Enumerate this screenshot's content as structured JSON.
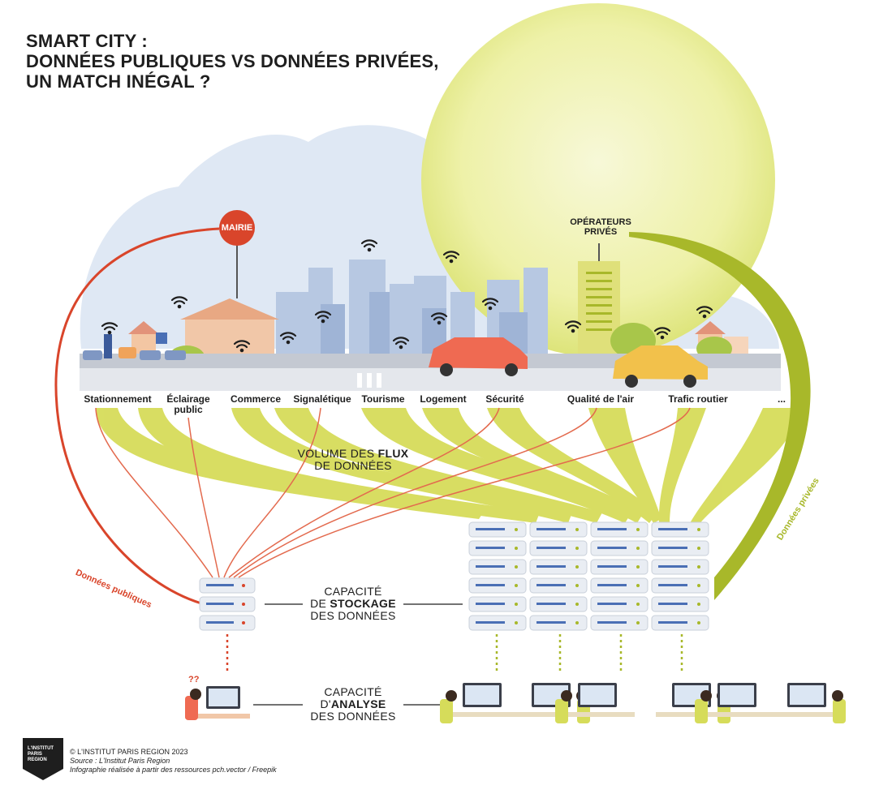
{
  "title": {
    "line1": "SMART CITY :",
    "line2": "DONNÉES PUBLIQUES VS DONNÉES PRIVÉES,",
    "line3": "UN MATCH INÉGAL ?"
  },
  "nodes": {
    "mairie": "MAIRIE",
    "operateurs_line1": "OPÉRATEURS",
    "operateurs_line2": "PRIVÉS"
  },
  "categories": [
    {
      "line1": "Stationnement",
      "line2": ""
    },
    {
      "line1": "Éclairage",
      "line2": "public"
    },
    {
      "line1": "Commerce",
      "line2": ""
    },
    {
      "line1": "Signalétique",
      "line2": ""
    },
    {
      "line1": "Tourisme",
      "line2": ""
    },
    {
      "line1": "Logement",
      "line2": ""
    },
    {
      "line1": "Sécurité",
      "line2": ""
    },
    {
      "line1": "Qualité de l'air",
      "line2": ""
    },
    {
      "line1": "Trafic routier",
      "line2": ""
    },
    {
      "line1": "...",
      "line2": ""
    }
  ],
  "labels": {
    "flux_prefix": "VOLUME DES ",
    "flux_bold": "FLUX",
    "flux_line2": "DE DONNÉES",
    "stockage_line1": "CAPACITÉ",
    "stockage_prefix": "DE ",
    "stockage_bold": "STOCKAGE",
    "stockage_line3": "DES DONNÉES",
    "analyse_line1": "CAPACITÉ",
    "analyse_prefix": "D'",
    "analyse_bold": "ANALYSE",
    "analyse_line3": "DES DONNÉES",
    "donnees_publiques": "Données publiques",
    "donnees_privees": "Données privées",
    "question_marks": "??"
  },
  "footer": {
    "logo_line1": "L'INSTITUT",
    "logo_line2": "PARIS",
    "logo_line3": "REGION",
    "copyright": "© L'INSTITUT PARIS REGION 2023",
    "source": "Source : L'Institut Paris Region",
    "made_with": "Infographie réalisée à partir des ressources pch.vector / Freepik"
  },
  "colors": {
    "public": "#d9452b",
    "private": "#a8b82a",
    "private_light": "#d6dc5a",
    "sky": "#dfe8f4",
    "server": "#e9edf3",
    "dark": "#1e1e1e"
  }
}
